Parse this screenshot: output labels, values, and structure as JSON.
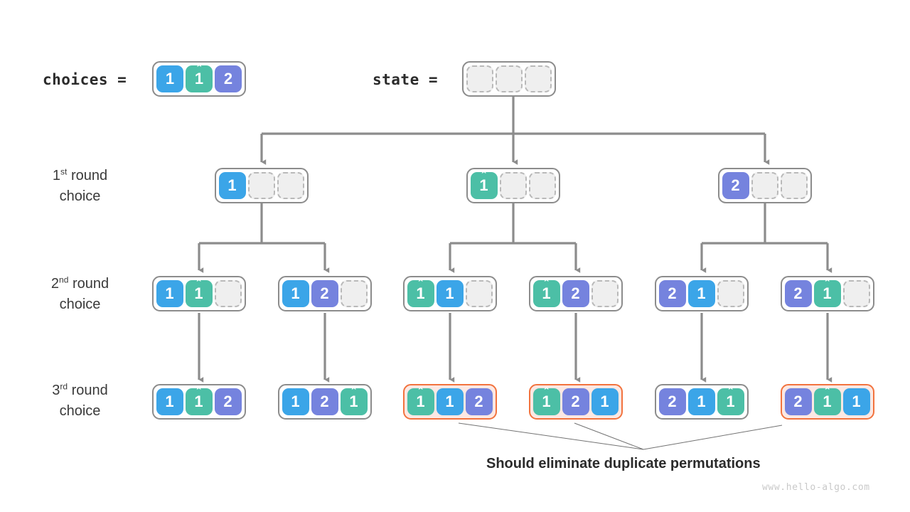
{
  "header": {
    "choices_label": "choices =",
    "state_label": "state =",
    "choices_cells": [
      {
        "text": "1",
        "color": "blue",
        "hat": false
      },
      {
        "text": "1",
        "color": "teal",
        "hat": true
      },
      {
        "text": "2",
        "color": "purple",
        "hat": false
      }
    ],
    "state_cells": [
      {
        "text": "",
        "color": "empty",
        "hat": false
      },
      {
        "text": "",
        "color": "empty",
        "hat": false
      },
      {
        "text": "",
        "color": "empty",
        "hat": false
      }
    ]
  },
  "rows": [
    {
      "ordinal": "1",
      "suffix": "st",
      "word": "round",
      "line2": "choice"
    },
    {
      "ordinal": "2",
      "suffix": "nd",
      "word": "round",
      "line2": "choice"
    },
    {
      "ordinal": "3",
      "suffix": "rd",
      "word": "round",
      "line2": "choice"
    }
  ],
  "round1": [
    {
      "highlight": false,
      "cells": [
        {
          "text": "1",
          "color": "blue",
          "hat": false
        },
        {
          "text": "",
          "color": "empty",
          "hat": false
        },
        {
          "text": "",
          "color": "empty",
          "hat": false
        }
      ]
    },
    {
      "highlight": false,
      "cells": [
        {
          "text": "1",
          "color": "teal",
          "hat": true
        },
        {
          "text": "",
          "color": "empty",
          "hat": false
        },
        {
          "text": "",
          "color": "empty",
          "hat": false
        }
      ]
    },
    {
      "highlight": false,
      "cells": [
        {
          "text": "2",
          "color": "purple",
          "hat": false
        },
        {
          "text": "",
          "color": "empty",
          "hat": false
        },
        {
          "text": "",
          "color": "empty",
          "hat": false
        }
      ]
    }
  ],
  "round2": [
    {
      "highlight": false,
      "cells": [
        {
          "text": "1",
          "color": "blue",
          "hat": false
        },
        {
          "text": "1",
          "color": "teal",
          "hat": true
        },
        {
          "text": "",
          "color": "empty",
          "hat": false
        }
      ]
    },
    {
      "highlight": false,
      "cells": [
        {
          "text": "1",
          "color": "blue",
          "hat": false
        },
        {
          "text": "2",
          "color": "purple",
          "hat": false
        },
        {
          "text": "",
          "color": "empty",
          "hat": false
        }
      ]
    },
    {
      "highlight": false,
      "cells": [
        {
          "text": "1",
          "color": "teal",
          "hat": true
        },
        {
          "text": "1",
          "color": "blue",
          "hat": false
        },
        {
          "text": "",
          "color": "empty",
          "hat": false
        }
      ]
    },
    {
      "highlight": false,
      "cells": [
        {
          "text": "1",
          "color": "teal",
          "hat": true
        },
        {
          "text": "2",
          "color": "purple",
          "hat": false
        },
        {
          "text": "",
          "color": "empty",
          "hat": false
        }
      ]
    },
    {
      "highlight": false,
      "cells": [
        {
          "text": "2",
          "color": "purple",
          "hat": false
        },
        {
          "text": "1",
          "color": "blue",
          "hat": false
        },
        {
          "text": "",
          "color": "empty",
          "hat": false
        }
      ]
    },
    {
      "highlight": false,
      "cells": [
        {
          "text": "2",
          "color": "purple",
          "hat": false
        },
        {
          "text": "1",
          "color": "teal",
          "hat": true
        },
        {
          "text": "",
          "color": "empty",
          "hat": false
        }
      ]
    }
  ],
  "round3": [
    {
      "highlight": false,
      "cells": [
        {
          "text": "1",
          "color": "blue",
          "hat": false
        },
        {
          "text": "1",
          "color": "teal",
          "hat": true
        },
        {
          "text": "2",
          "color": "purple",
          "hat": false
        }
      ]
    },
    {
      "highlight": false,
      "cells": [
        {
          "text": "1",
          "color": "blue",
          "hat": false
        },
        {
          "text": "2",
          "color": "purple",
          "hat": false
        },
        {
          "text": "1",
          "color": "teal",
          "hat": true
        }
      ]
    },
    {
      "highlight": true,
      "cells": [
        {
          "text": "1",
          "color": "teal",
          "hat": true
        },
        {
          "text": "1",
          "color": "blue",
          "hat": false
        },
        {
          "text": "2",
          "color": "purple",
          "hat": false
        }
      ]
    },
    {
      "highlight": true,
      "cells": [
        {
          "text": "1",
          "color": "teal",
          "hat": true
        },
        {
          "text": "2",
          "color": "purple",
          "hat": false
        },
        {
          "text": "1",
          "color": "blue",
          "hat": false
        }
      ]
    },
    {
      "highlight": false,
      "cells": [
        {
          "text": "2",
          "color": "purple",
          "hat": false
        },
        {
          "text": "1",
          "color": "blue",
          "hat": false
        },
        {
          "text": "1",
          "color": "teal",
          "hat": true
        }
      ]
    },
    {
      "highlight": true,
      "cells": [
        {
          "text": "2",
          "color": "purple",
          "hat": false
        },
        {
          "text": "1",
          "color": "teal",
          "hat": true
        },
        {
          "text": "1",
          "color": "blue",
          "hat": false
        }
      ]
    }
  ],
  "caption": "Should eliminate duplicate permutations",
  "watermark": "www.hello-algo.com",
  "colors": {
    "blue": "#3BA5E8",
    "teal": "#4CBFA6",
    "purple": "#7583DE",
    "empty_fill": "#EFEFEF",
    "empty_border": "#B9B9B9",
    "node_border": "#8C8C8C",
    "highlight_border": "#F2733E",
    "highlight_fill": "#FCE8E3",
    "connector": "#8C8C8C",
    "text": "#3a3a3a",
    "watermark": "#c9c9c9"
  }
}
